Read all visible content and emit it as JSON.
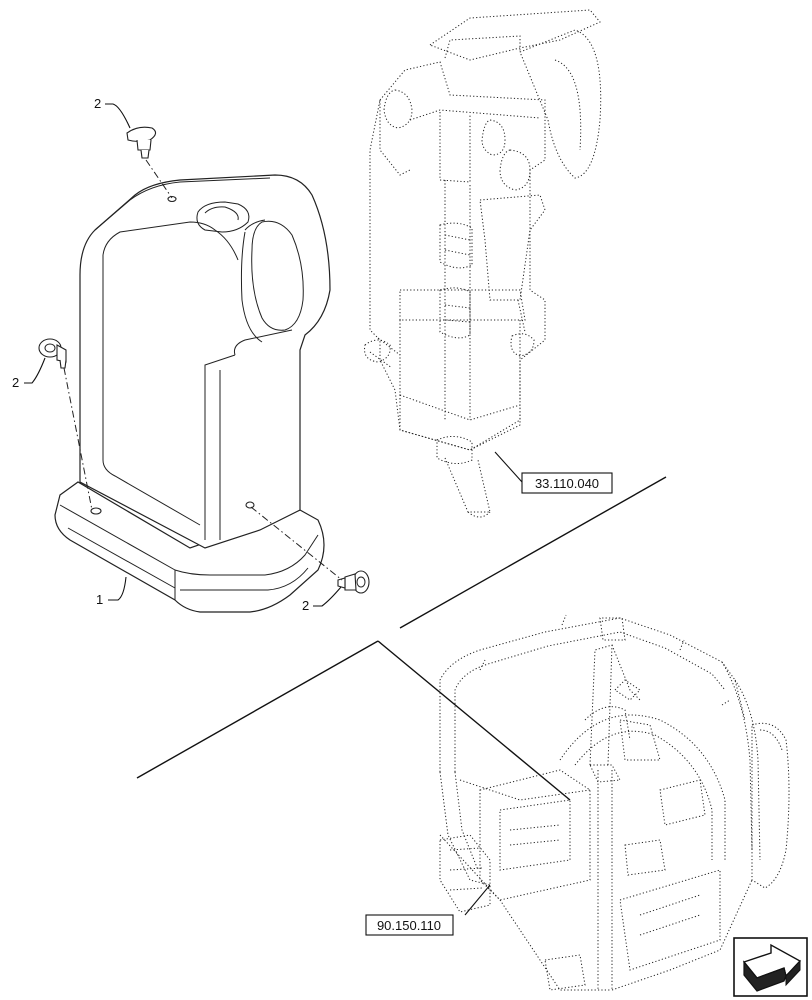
{
  "callouts": {
    "part_1": "1",
    "part_2_top": "2",
    "part_2_left": "2",
    "part_2_right": "2"
  },
  "references": {
    "steering_column": "33.110.040",
    "cab_frame": "90.150.110"
  },
  "nav_icon": "page-arrow-icon"
}
